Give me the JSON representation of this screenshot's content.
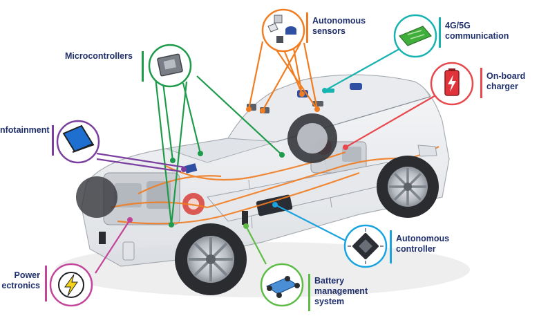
{
  "labels": {
    "microcontrollers": [
      "Microcontrollers"
    ],
    "infotainment": [
      "nfotainment"
    ],
    "power_electronics": [
      "Power",
      "ectronics"
    ],
    "autonomous_sensors": [
      "Autonomous",
      "sensors"
    ],
    "communication": [
      "4G/5G",
      "communication"
    ],
    "onboard_charger": [
      "On-board",
      "charger"
    ],
    "autonomous_controller": [
      "Autonomous",
      "controller"
    ],
    "battery_management": [
      "Battery",
      "management",
      "system"
    ]
  },
  "colors": {
    "label_text": "#1f2f6b",
    "microcontrollers": "#1e9b4a",
    "infotainment": "#7b3fa0",
    "power_electronics": "#c2459a",
    "autonomous_sensors": "#f07d22",
    "communication": "#17b3b0",
    "onboard_charger": "#e8474c",
    "autonomous_controller": "#1aa3de",
    "battery_management": "#5dbb46"
  },
  "icons": {
    "microcontrollers": "microchip-icon",
    "infotainment": "display-screen-icon",
    "power_electronics": "lightning-bolt-icon",
    "autonomous_sensors": "sensor-cluster-icon",
    "communication": "circuit-board-icon",
    "onboard_charger": "battery-charge-icon",
    "autonomous_controller": "processor-chip-icon",
    "battery_management": "ev-chassis-icon"
  }
}
